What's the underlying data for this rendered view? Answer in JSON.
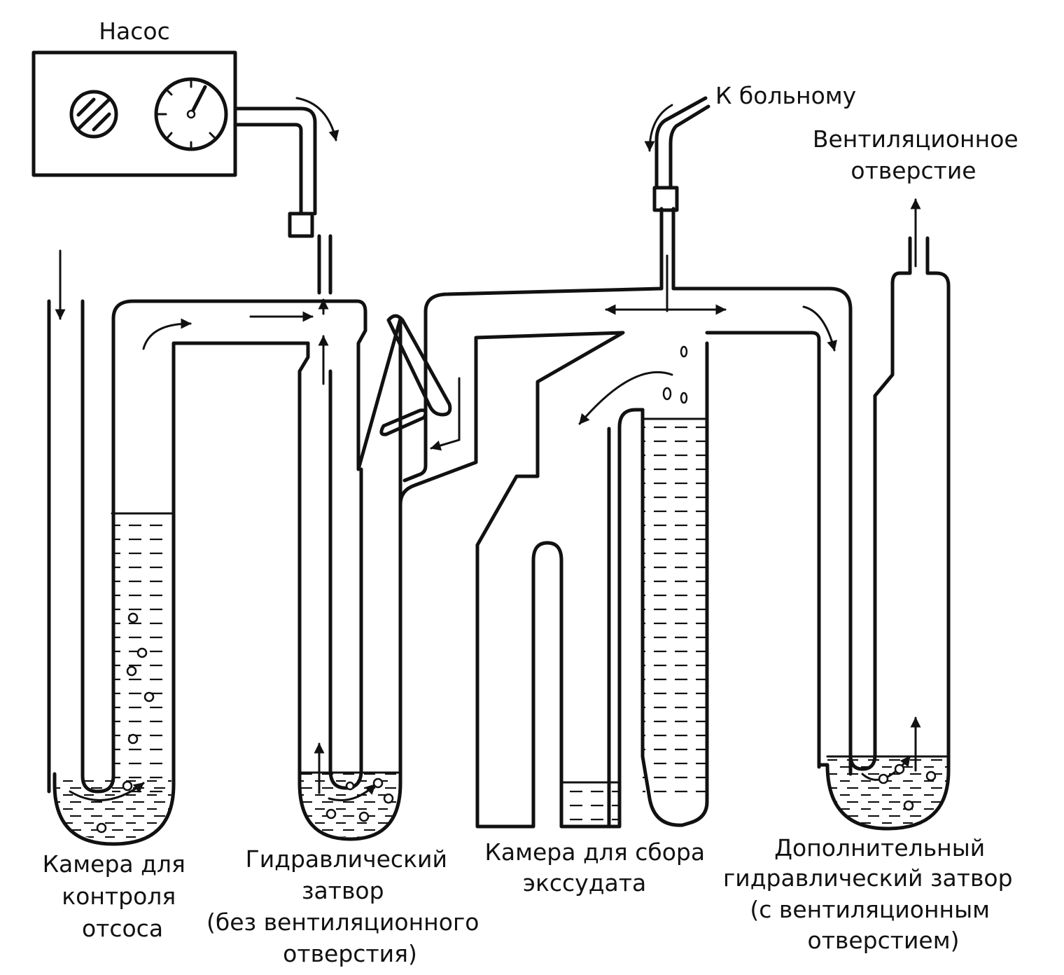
{
  "labels": {
    "pump": "Насос",
    "to_patient": "К больному",
    "vent_hole": [
      "Вентиляционное",
      "отверстие"
    ],
    "suction_chamber": [
      "Камера для",
      "контроля",
      "отсоса"
    ],
    "water_seal": [
      "Гидравлический",
      "затвор",
      "(без вентиляционного",
      "отверстия)"
    ],
    "collection_chamber": [
      "Камера для сбора",
      "экссудата"
    ],
    "extra_seal": [
      "Дополнительный",
      "гидравлический затвор",
      "(с вентиляционным",
      "отверстием)"
    ]
  },
  "colors": {
    "ink": "#111111",
    "background": "#ffffff"
  }
}
